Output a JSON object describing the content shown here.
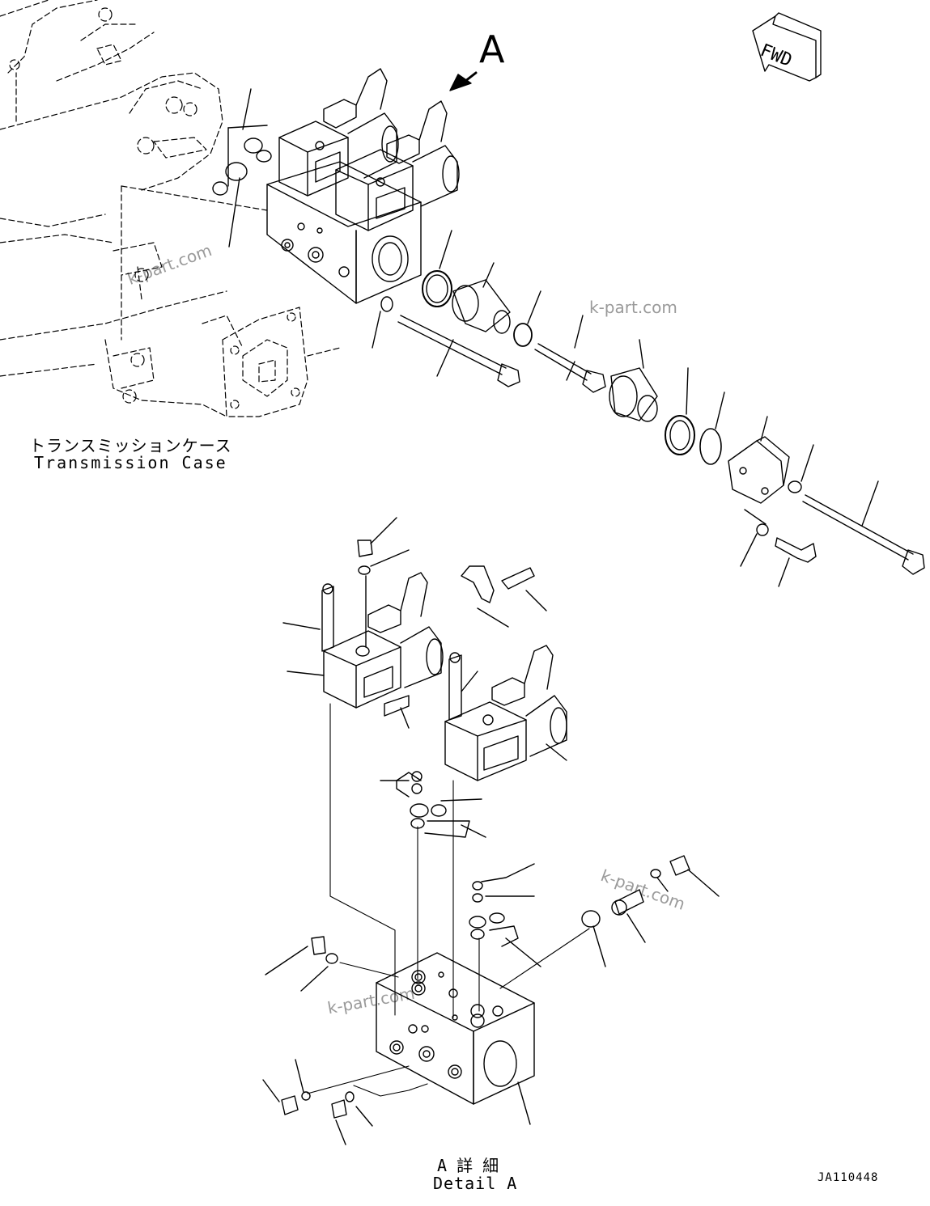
{
  "view_letter": "A",
  "fwd_label": "FWD",
  "transmission_case": {
    "jp": "トランスミッションケース",
    "en": "Transmission Case"
  },
  "detail": {
    "jp": "A 詳 細",
    "en": "Detail A"
  },
  "drawing_id": "JA110448",
  "watermarks": [
    "k-part.com",
    "k-part.com",
    "k-part.com",
    "k-part.com"
  ],
  "line_color": "#000000",
  "watermark_color": "#9a9a9a"
}
